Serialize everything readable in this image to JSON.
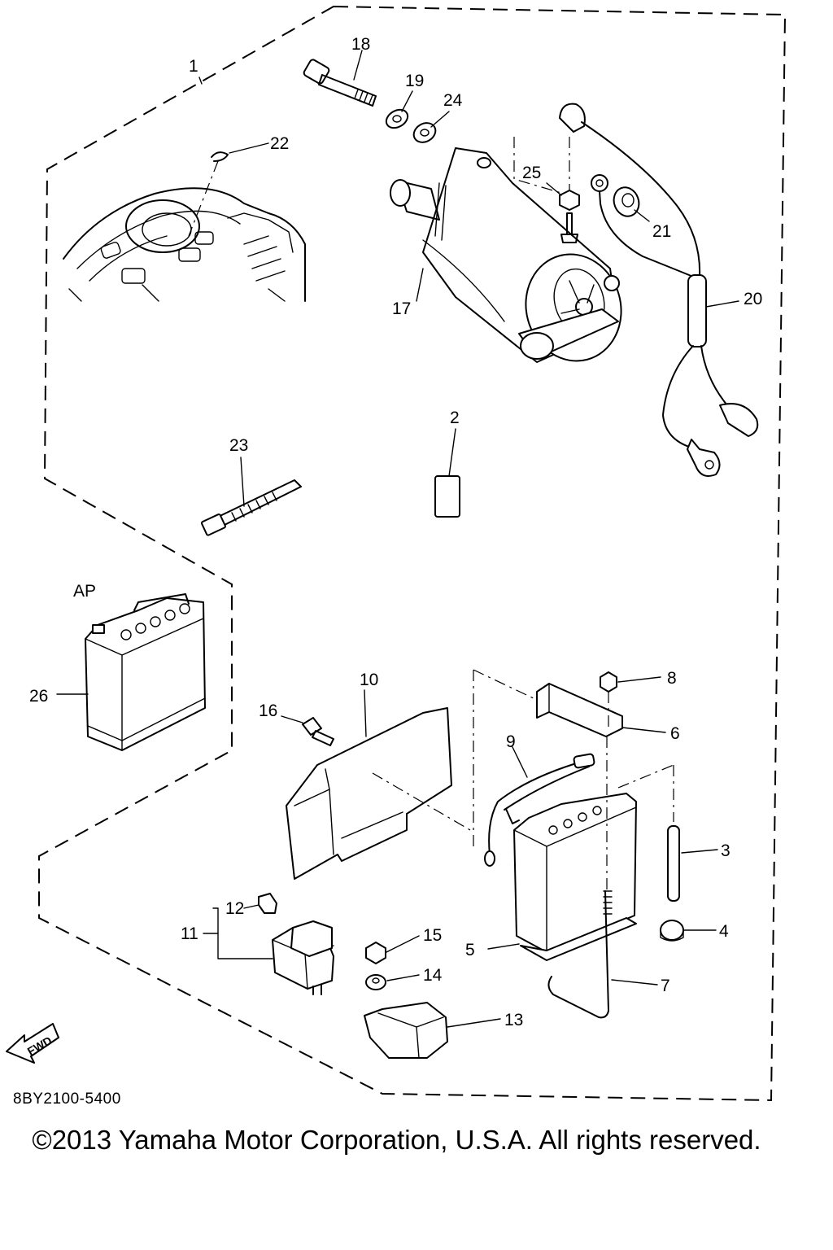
{
  "diagram": {
    "code": "8BY2100-5400",
    "copyright": "©2013 Yamaha Motor Corporation, U.S.A. All rights reserved.",
    "fwd_label": "FWD",
    "ap_label": "AP"
  },
  "callouts": {
    "c1": "1",
    "c2": "2",
    "c3": "3",
    "c4": "4",
    "c5": "5",
    "c6": "6",
    "c7": "7",
    "c8": "8",
    "c9": "9",
    "c10": "10",
    "c11": "11",
    "c12": "12",
    "c13": "13",
    "c14": "14",
    "c15": "15",
    "c16": "16",
    "c17": "17",
    "c18": "18",
    "c19": "19",
    "c20": "20",
    "c21": "21",
    "c22": "22",
    "c23": "23",
    "c24": "24",
    "c25": "25",
    "c26": "26"
  }
}
